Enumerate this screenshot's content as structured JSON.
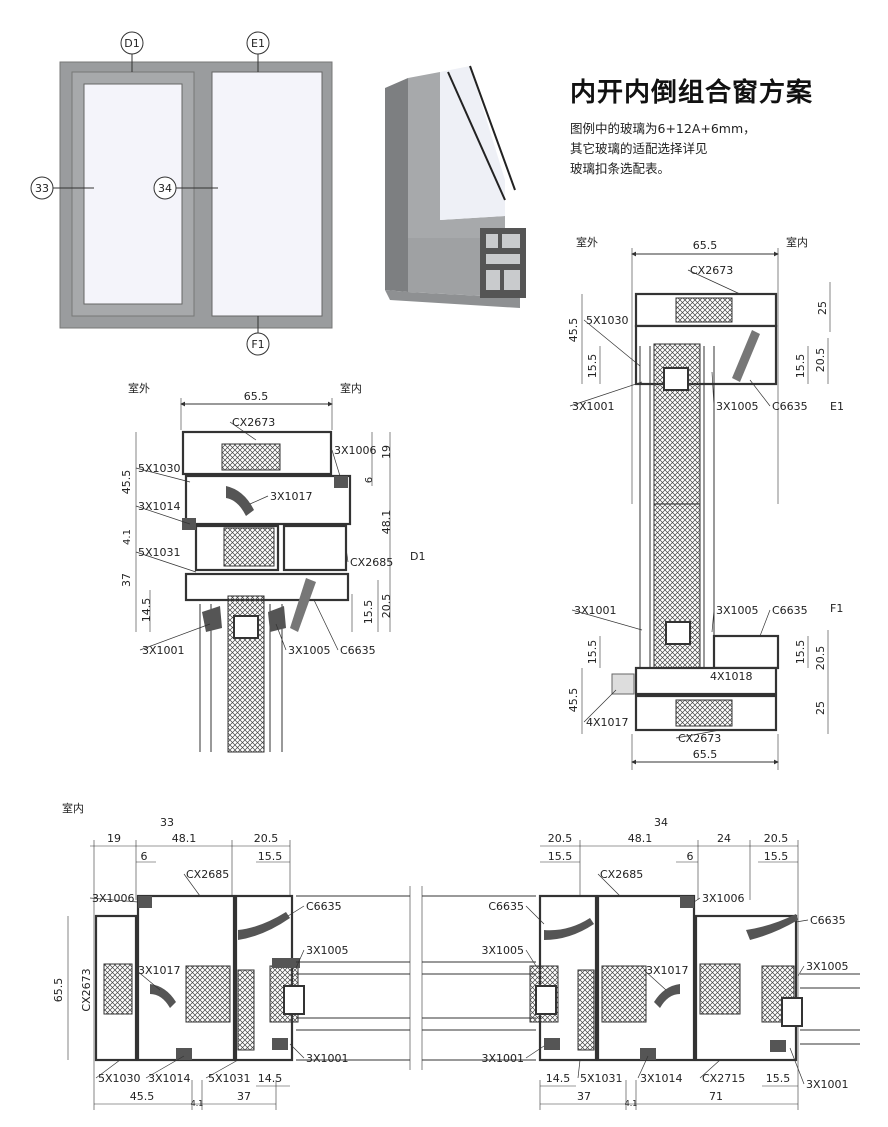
{
  "header": {
    "title": "内开内倒组合窗方案",
    "note_lines": [
      "图例中的玻璃为6+12A+6mm，",
      "其它玻璃的适配选择详见",
      "玻璃扣条选配表。"
    ]
  },
  "elevation": {
    "callouts": [
      "D1",
      "E1",
      "F1",
      "33",
      "34"
    ]
  },
  "section_d1": {
    "side_out": "室外",
    "side_in": "室内",
    "width": "65.5",
    "tag": "D1",
    "labels": [
      "CX2673",
      "3X1006",
      "5X1030",
      "3X1017",
      "3X1014",
      "5X1031",
      "CX2685",
      "3X1001",
      "3X1005",
      "C6635"
    ],
    "dims": [
      "45.5",
      "4.1",
      "37",
      "14.5",
      "19",
      "6",
      "48.1",
      "20.5",
      "15.5"
    ]
  },
  "section_e1": {
    "side_out": "室外",
    "side_in": "室内",
    "width": "65.5",
    "tag": "E1",
    "labels": [
      "CX2673",
      "5X1030",
      "3X1001",
      "3X1005",
      "C6635"
    ],
    "dims": [
      "45.5",
      "15.5",
      "25",
      "20.5",
      "15.5"
    ]
  },
  "section_f1": {
    "tag": "F1",
    "width": "65.5",
    "labels": [
      "3X1001",
      "3X1005",
      "C6635",
      "4X1018",
      "4X1017",
      "CX2673"
    ],
    "dims": [
      "15.5",
      "45.5",
      "15.5",
      "20.5",
      "25"
    ]
  },
  "section_33": {
    "side_in": "室内",
    "tag": "33",
    "labels": [
      "3X1006",
      "CX2685",
      "C6635",
      "3X1005",
      "CX2673",
      "3X1017",
      "5X1030",
      "3X1014",
      "5X1031",
      "3X1001"
    ],
    "top_dims": [
      "19",
      "48.1",
      "20.5",
      "6",
      "15.5"
    ],
    "bottom_dims": [
      "45.5",
      "4.1",
      "37",
      "14.5"
    ],
    "side_dim": "65.5"
  },
  "section_34": {
    "tag": "34",
    "labels": [
      "CX2685",
      "C6635",
      "3X1006",
      "3X1005",
      "3X1017",
      "C6635",
      "3X1005",
      "3X1001",
      "5X1031",
      "3X1014",
      "CX2715",
      "3X1001"
    ],
    "top_dims": [
      "20.5",
      "48.1",
      "24",
      "20.5",
      "15.5",
      "6",
      "15.5"
    ],
    "bottom_dims": [
      "14.5",
      "37",
      "4.1",
      "71",
      "15.5"
    ]
  },
  "colors": {
    "frame": "#9a9c9e",
    "frame_dark": "#7d7f81",
    "glass": "#f4f4fa",
    "line": "#333333",
    "hatch": "#555555"
  }
}
